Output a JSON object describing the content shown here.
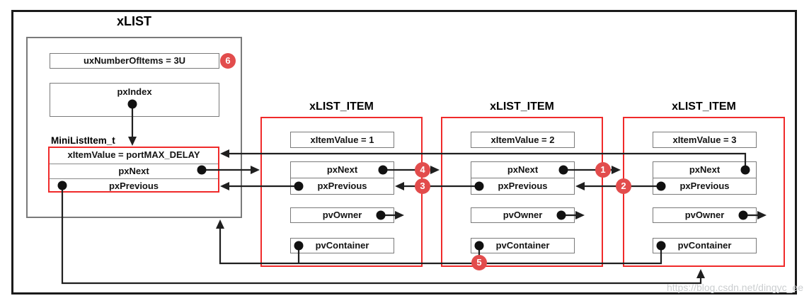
{
  "xlist": {
    "title": "xLIST",
    "ux_number_of_items": "uxNumberOfItems = 3U",
    "px_index": "pxIndex",
    "mini": {
      "label": "MiniListItem_t",
      "x_item_value": "xItemValue = portMAX_DELAY",
      "px_next": "pxNext",
      "px_previous": "pxPrevious"
    }
  },
  "items": [
    {
      "title": "xLIST_ITEM",
      "x_item_value": "xItemValue = 1",
      "px_next": "pxNext",
      "px_previous": "pxPrevious",
      "pv_owner": "pvOwner",
      "pv_container": "pvContainer"
    },
    {
      "title": "xLIST_ITEM",
      "x_item_value": "xItemValue = 2",
      "px_next": "pxNext",
      "px_previous": "pxPrevious",
      "pv_owner": "pvOwner",
      "pv_container": "pvContainer"
    },
    {
      "title": "xLIST_ITEM",
      "x_item_value": "xItemValue = 3",
      "px_next": "pxNext",
      "px_previous": "pxPrevious",
      "pv_owner": "pvOwner",
      "pv_container": "pvContainer"
    }
  ],
  "badges": {
    "b1": "1",
    "b2": "2",
    "b3": "3",
    "b4": "4",
    "b5": "5",
    "b6": "6"
  },
  "watermark": "https://blog.csdn.net/dingyc_ee",
  "colors": {
    "red": "#f02a2a",
    "badge": "#e24c4c",
    "gray": "#7a7a7a",
    "line": "#1f1f1f",
    "watermark": "#cbced0"
  }
}
